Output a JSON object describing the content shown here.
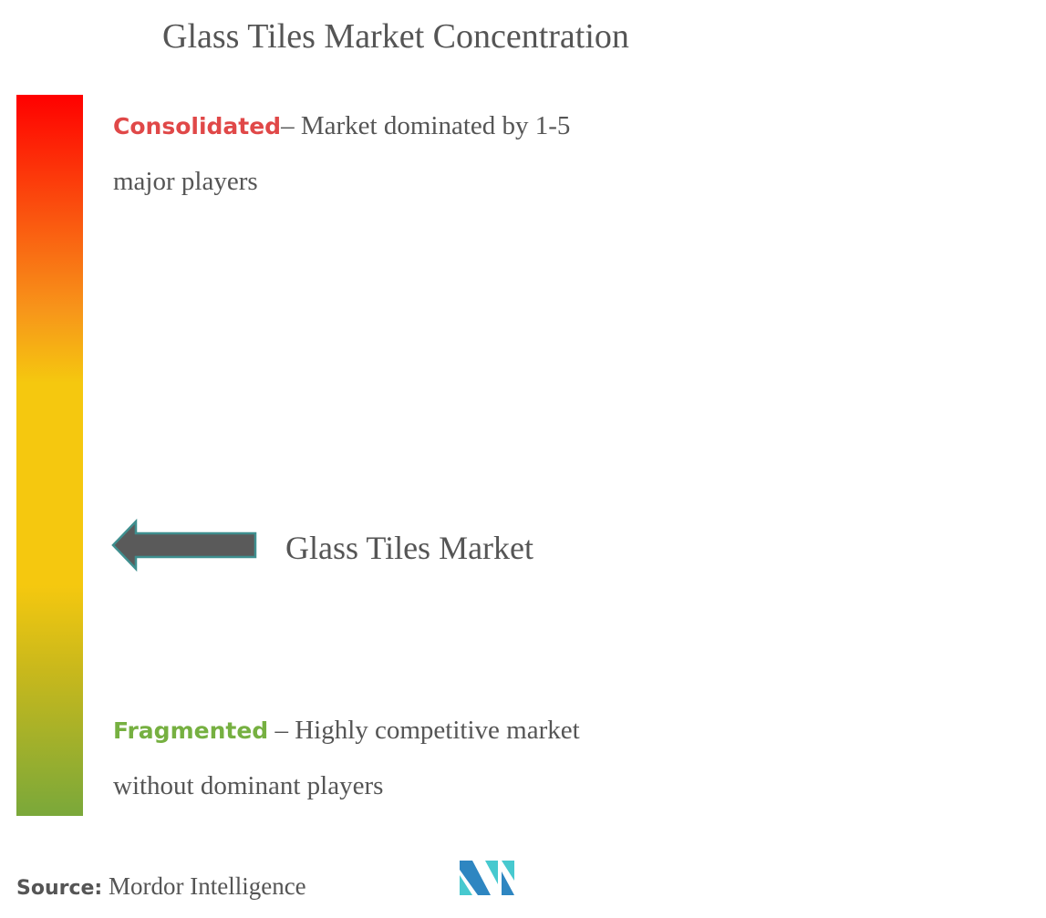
{
  "title": "Glass Tiles Market Concentration",
  "scale": {
    "top_color": "#ff0000",
    "bottom_color": "#7aa83a",
    "consolidated": {
      "label": "Consolidated",
      "text": "– Market dominated by 1-5 major players",
      "color": "#e04848"
    },
    "fragmented": {
      "label": "Fragmented",
      "text": " – Highly competitive market without dominant players",
      "color": "#76b041"
    }
  },
  "marker": {
    "label": "Glass Tiles Market",
    "icon": "arrow-left-icon",
    "fill": "#5a5a5a",
    "stroke": "#3f8f8f"
  },
  "source": {
    "label": "Source:",
    "text": " Mordor Intelligence"
  },
  "logo": {
    "icon": "mordor-intelligence-logo",
    "colors": [
      "#2e86c1",
      "#47c9cf"
    ]
  }
}
